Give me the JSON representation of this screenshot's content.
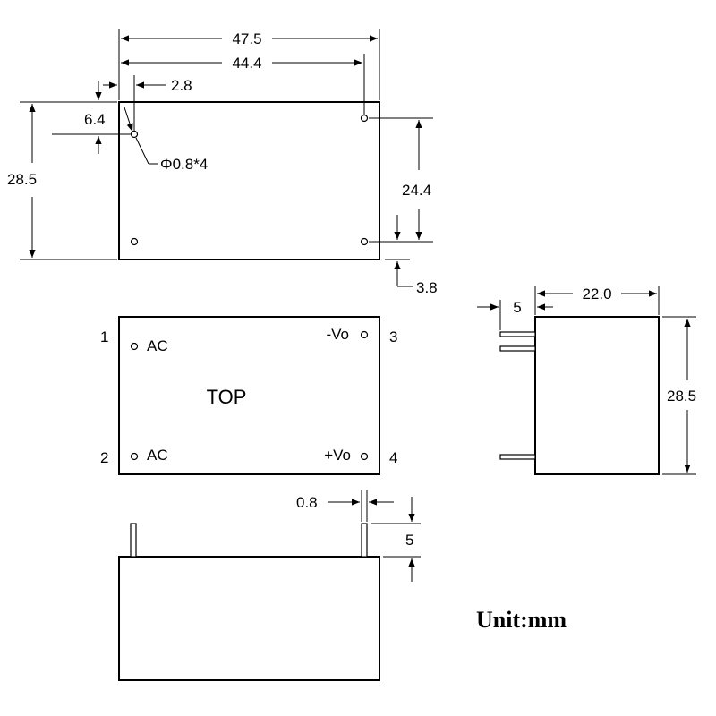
{
  "dimensions": {
    "overall_width": "47.5",
    "pin_span_x": "44.4",
    "pin_edge_offset_x": "2.8",
    "pin_edge_offset_y": "6.4",
    "overall_height": "28.5",
    "pin_span_y": "24.4",
    "pin_bottom_offset": "3.8",
    "pin_hole": "Φ0.8*4",
    "side_pin_length": "5",
    "side_depth": "22.0",
    "side_height": "28.5",
    "pin_width": "0.8",
    "front_pin_length": "5"
  },
  "top_view": {
    "title": "TOP",
    "pins": [
      {
        "number": "1",
        "label": "AC"
      },
      {
        "number": "2",
        "label": "AC"
      },
      {
        "number": "3",
        "label": "-Vo"
      },
      {
        "number": "4",
        "label": "+Vo"
      }
    ]
  },
  "unit_label": "Unit:mm"
}
